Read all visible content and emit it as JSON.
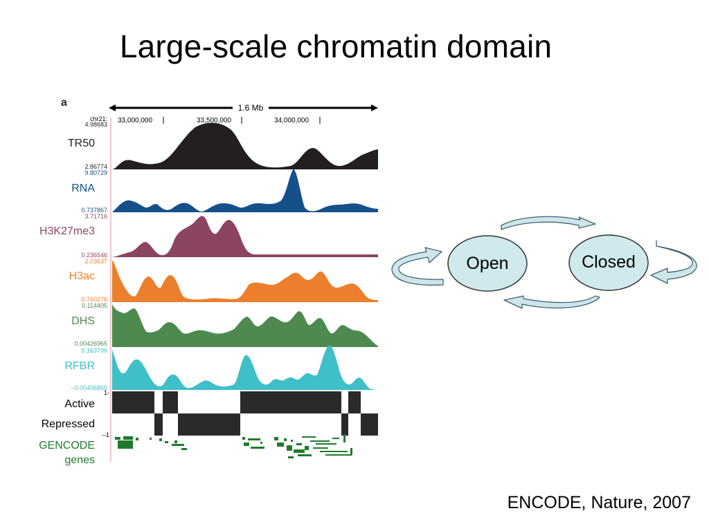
{
  "slide": {
    "title": "Large-scale chromatin domain",
    "citation": "ENCODE, Nature, 2007"
  },
  "figure": {
    "panel_label": "a",
    "scale_label": "1.6 Mb",
    "chrom_label": "chr21:",
    "positions": [
      "33,000,000",
      "33,500,000",
      "34,000,000"
    ],
    "tracks": [
      {
        "name": "TR50",
        "max": "4.98683",
        "min": "2.86774",
        "color": "#231f20"
      },
      {
        "name": "RNA",
        "max": "9.80729",
        "min": "0.737867",
        "color": "#15508a"
      },
      {
        "name": "H3K27me3",
        "max": "3.71716",
        "min": "0.236546",
        "color": "#8b4563"
      },
      {
        "name": "H3ac",
        "max": "2.03637",
        "min": "0.760276",
        "color": "#ec7f2c"
      },
      {
        "name": "DHS",
        "max": "0.114405",
        "min": "0.00426965",
        "color": "#4e8a4f"
      },
      {
        "name": "RFBR",
        "max": "0.163796",
        "min": "–0.00406855",
        "color": "#3fbfc7"
      }
    ],
    "state_labels": {
      "active": "Active",
      "repressed": "Repressed",
      "top_tick": "1-",
      "bottom_tick": "–1"
    },
    "gencode_label_line1": "GENCODE",
    "gencode_label_line2": "genes",
    "gencode_color": "#1f7a2c"
  },
  "cycle": {
    "open_label": "Open",
    "closed_label": "Closed",
    "node_fill": "#cfe9ec",
    "arrow_fill": "#cfe5ea"
  }
}
